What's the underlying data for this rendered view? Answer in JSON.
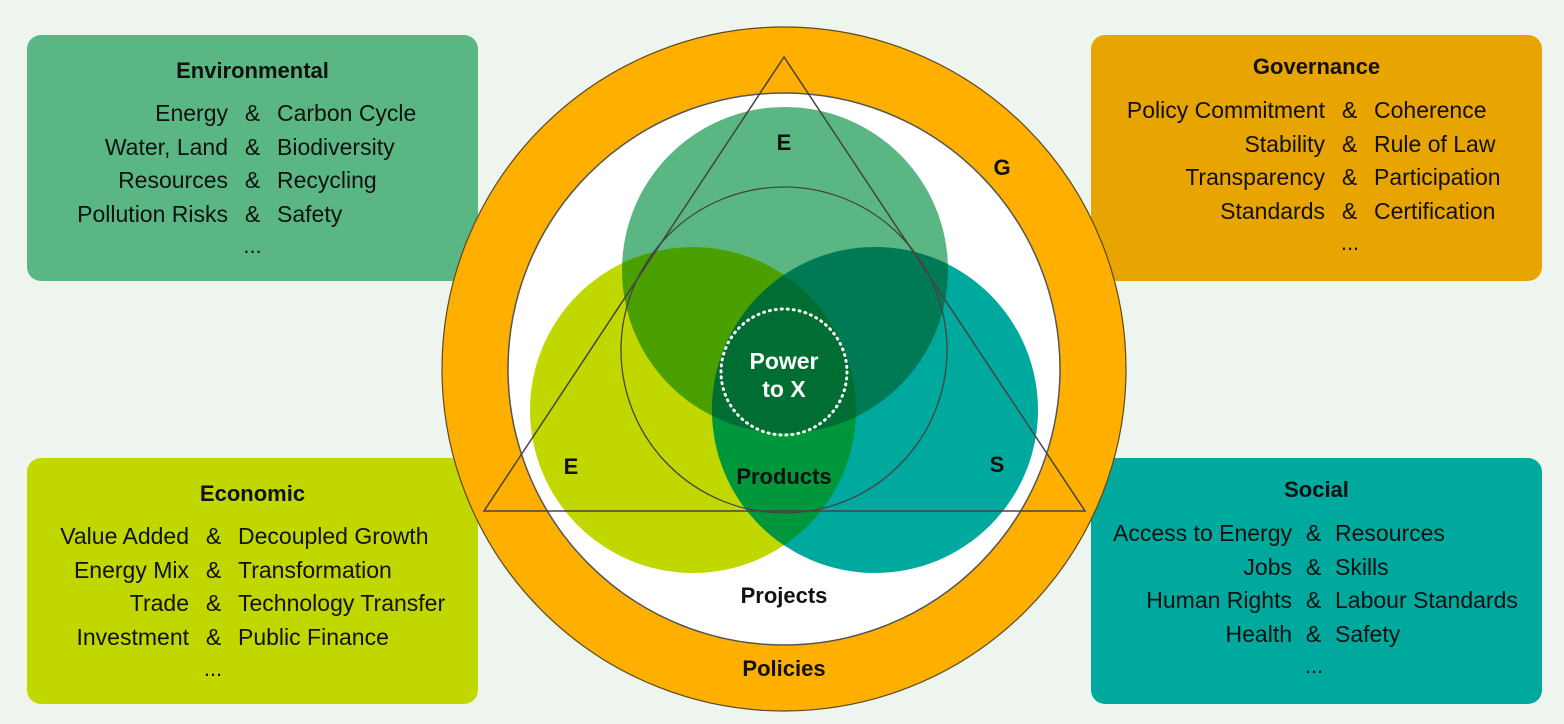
{
  "colors": {
    "background": "#eef5ee",
    "environmental": "#5ab783",
    "economic": "#c0d800",
    "social": "#00a99d",
    "governance": "#e8a400",
    "policies_ring": "#ffaf00",
    "products": "#00963c",
    "center": "#006e32"
  },
  "panels": {
    "environmental": {
      "title": "Environmental",
      "rows": [
        {
          "left": "Energy",
          "amp": "&",
          "right": "Carbon Cycle"
        },
        {
          "left": "Water, Land",
          "amp": "&",
          "right": "Biodiversity"
        },
        {
          "left": "Resources",
          "amp": "&",
          "right": "Recycling"
        },
        {
          "left": "Pollution Risks",
          "amp": "&",
          "right": "Safety"
        }
      ],
      "ellipsis": "..."
    },
    "governance": {
      "title": "Governance",
      "rows": [
        {
          "left": "Policy Commitment",
          "amp": "&",
          "right": "Coherence"
        },
        {
          "left": "Stability",
          "amp": "&",
          "right": "Rule of Law"
        },
        {
          "left": "Transparency",
          "amp": "&",
          "right": "Participation"
        },
        {
          "left": "Standards",
          "amp": "&",
          "right": "Certification"
        }
      ],
      "ellipsis": "..."
    },
    "economic": {
      "title": "Economic",
      "rows": [
        {
          "left": "Value Added",
          "amp": "&",
          "right": "Decoupled Growth"
        },
        {
          "left": "Energy Mix",
          "amp": "&",
          "right": "Transformation"
        },
        {
          "left": "Trade",
          "amp": "&",
          "right": "Technology Transfer"
        },
        {
          "left": "Investment",
          "amp": "&",
          "right": "Public Finance"
        }
      ],
      "ellipsis": "..."
    },
    "social": {
      "title": "Social",
      "rows": [
        {
          "left": "Access to Energy",
          "amp": "&",
          "right": "Resources"
        },
        {
          "left": "Jobs",
          "amp": "&",
          "right": "Skills"
        },
        {
          "left": "Human Rights",
          "amp": "&",
          "right": "Labour Standards"
        },
        {
          "left": "Health",
          "amp": "&",
          "right": "Safety"
        }
      ],
      "ellipsis": "..."
    }
  },
  "diagram": {
    "label_e_top": "E",
    "label_g": "G",
    "label_e_left": "E",
    "label_s": "S",
    "center_line1": "Power",
    "center_line2": "to X",
    "products": "Products",
    "projects": "Projects",
    "policies": "Policies"
  }
}
